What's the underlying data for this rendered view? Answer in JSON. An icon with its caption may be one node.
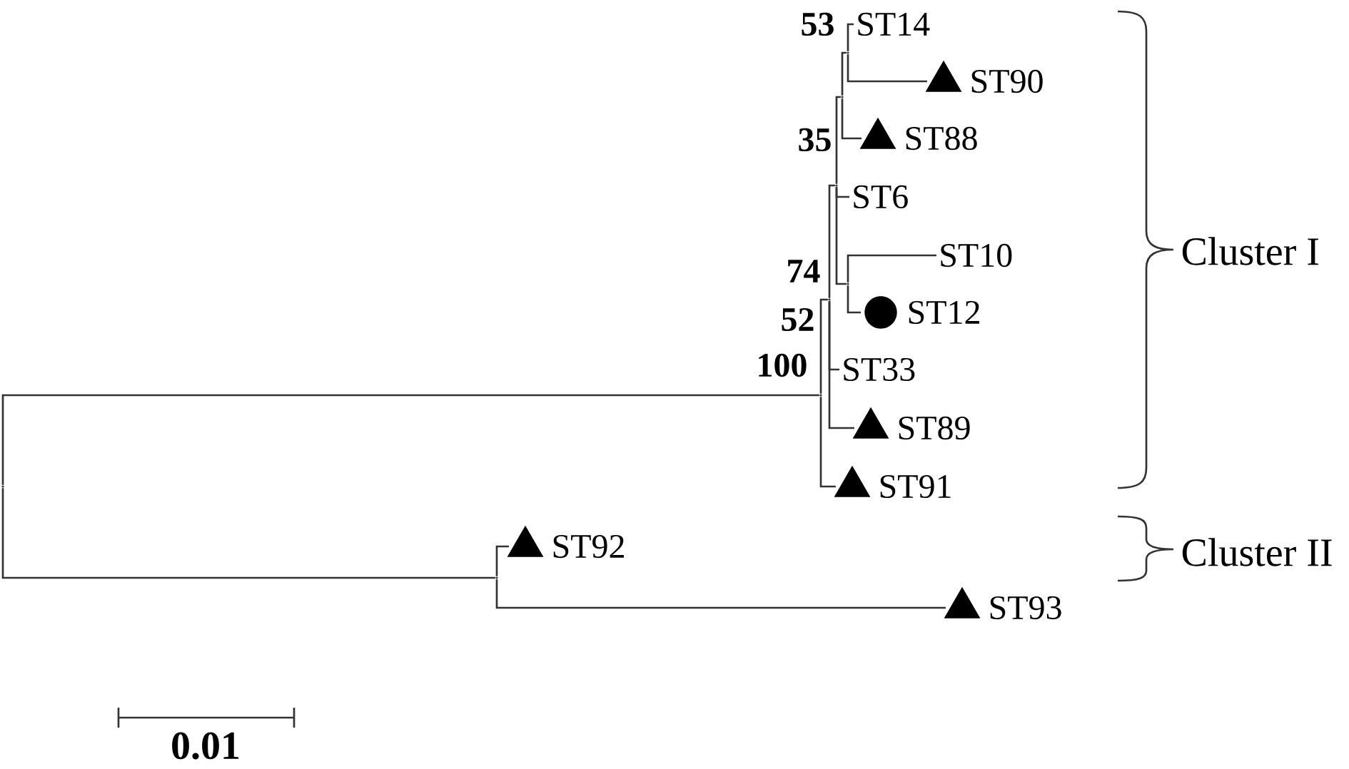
{
  "diagram": {
    "nodes": [
      {
        "text": [],
        "shape": "point"
      },
      {
        "text": [],
        "shape": "point",
        "beside": [
          "100"
        ]
      },
      {
        "text": [],
        "shape": "point",
        "beside": [
          "52"
        ]
      },
      {
        "text": [],
        "shape": "point"
      },
      {
        "text": [],
        "shape": "point",
        "beside": [
          "35"
        ]
      },
      {
        "text": [],
        "shape": "point",
        "beside": [
          "53"
        ]
      },
      {
        "text": [
          "ST14"
        ]
      },
      {
        "text": [],
        "shape": "triangle",
        "beside": [
          "ST90"
        ]
      },
      {
        "text": [],
        "shape": "triangle",
        "beside": [
          "ST88"
        ]
      },
      {
        "text": [
          "ST6"
        ]
      },
      {
        "text": [],
        "shape": "point",
        "beside": [
          "74"
        ]
      },
      {
        "text": [
          "ST10"
        ]
      },
      {
        "text": [],
        "shape": "circle",
        "beside": [
          "ST12"
        ]
      },
      {
        "text": [
          "ST33"
        ]
      },
      {
        "text": [],
        "shape": "triangle",
        "beside": [
          "ST89"
        ]
      },
      {
        "text": [],
        "shape": "triangle",
        "beside": [
          "ST91"
        ]
      },
      {
        "text": [],
        "shape": "point"
      },
      {
        "text": [],
        "shape": "triangle",
        "beside": [
          "ST92"
        ]
      },
      {
        "text": [],
        "shape": "triangle",
        "beside": [
          "ST93"
        ]
      }
    ],
    "edges": [
      {
        "from": 0,
        "to": 1,
        "arrow": "none"
      },
      {
        "from": 1,
        "to": 2,
        "arrow": "none"
      },
      {
        "from": 2,
        "to": 3,
        "arrow": "none"
      },
      {
        "from": 3,
        "to": 4,
        "arrow": "none"
      },
      {
        "from": 4,
        "to": 5,
        "arrow": "none"
      },
      {
        "from": 5,
        "to": 6,
        "arrow": "none"
      },
      {
        "from": 5,
        "to": 7,
        "arrow": "none"
      },
      {
        "from": 4,
        "to": 8,
        "arrow": "none"
      },
      {
        "from": 3,
        "to": 9,
        "arrow": "none"
      },
      {
        "from": 3,
        "to": 10,
        "arrow": "none"
      },
      {
        "from": 10,
        "to": 11,
        "arrow": "none"
      },
      {
        "from": 10,
        "to": 12,
        "arrow": "none"
      },
      {
        "from": 2,
        "to": 13,
        "arrow": "none"
      },
      {
        "from": 2,
        "to": 14,
        "arrow": "none"
      },
      {
        "from": 1,
        "to": 15,
        "arrow": "none"
      },
      {
        "from": 0,
        "to": 16,
        "arrow": "none"
      },
      {
        "from": 16,
        "to": 17,
        "arrow": "none"
      },
      {
        "from": 16,
        "to": 18,
        "arrow": "none"
      }
    ],
    "labels": [
      "Cluster I",
      "Cluster II",
      "0.01"
    ]
  }
}
